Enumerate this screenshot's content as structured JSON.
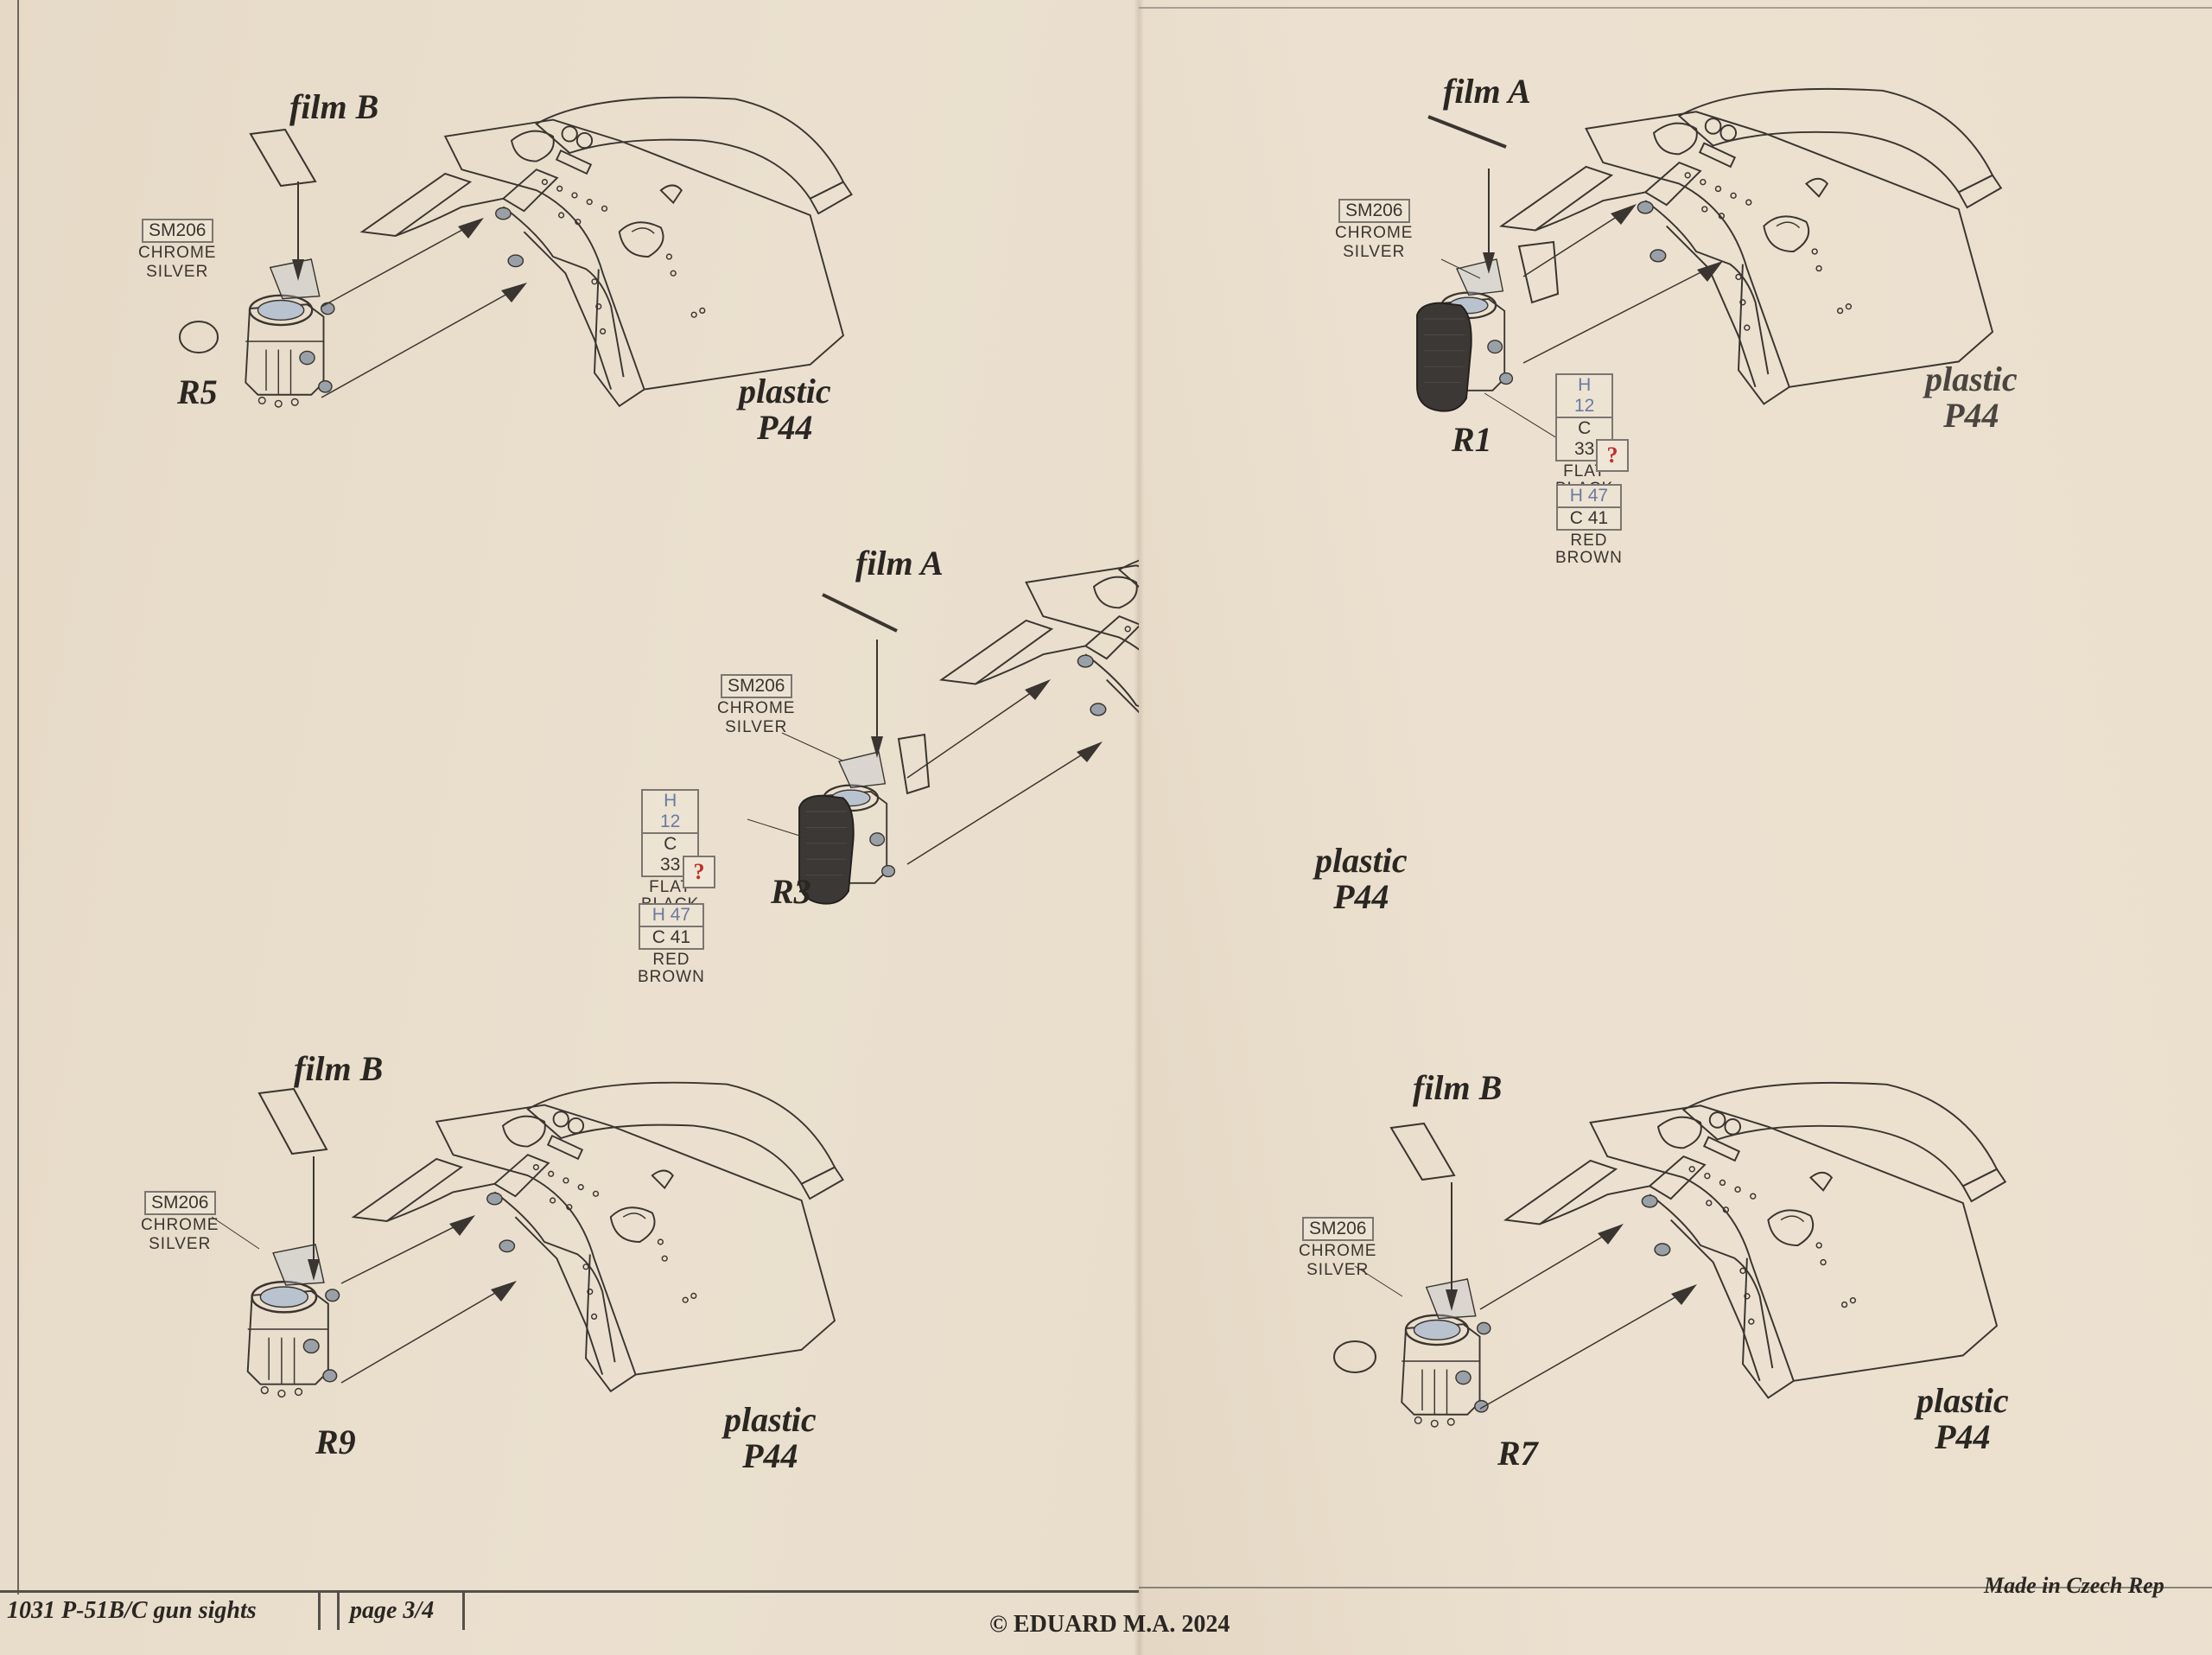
{
  "diagrams": [
    {
      "id": "r5",
      "part": "R5",
      "film": "film B",
      "plastic_1": "plastic",
      "plastic_2": "P44",
      "paint_code": "SM206",
      "paint_name_1": "CHROME",
      "paint_name_2": "SILVER"
    },
    {
      "id": "r1",
      "part": "R1",
      "film": "film A",
      "plastic_1": "plastic",
      "plastic_2": "P44",
      "paint_code": "SM206",
      "paint_name_1": "CHROME",
      "paint_name_2": "SILVER",
      "extra_paint": {
        "h1": "H 12",
        "c1": "C 33",
        "name1": "FLAT BLACK",
        "q": "?",
        "h2": "H 47",
        "c2": "C 41",
        "name2": "RED BROWN"
      }
    },
    {
      "id": "r3",
      "part": "R3",
      "film": "film A",
      "plastic_1": "plastic",
      "plastic_2": "P44",
      "paint_code": "SM206",
      "paint_name_1": "CHROME",
      "paint_name_2": "SILVER",
      "extra_paint": {
        "h1": "H 12",
        "c1": "C 33",
        "name1": "FLAT BLACK",
        "q": "?",
        "h2": "H 47",
        "c2": "C 41",
        "name2": "RED BROWN"
      }
    },
    {
      "id": "r9",
      "part": "R9",
      "film": "film B",
      "plastic_1": "plastic",
      "plastic_2": "P44",
      "paint_code": "SM206",
      "paint_name_1": "CHROME",
      "paint_name_2": "SILVER"
    },
    {
      "id": "r7",
      "part": "R7",
      "film": "film B",
      "plastic_1": "plastic",
      "plastic_2": "P44",
      "paint_code": "SM206",
      "paint_name_1": "CHROME",
      "paint_name_2": "SILVER"
    }
  ],
  "footer": {
    "product": "1031  P-51B/C gun sights",
    "page": "page 3/4",
    "copyright": "© EDUARD  M.A. 2024",
    "origin": "Made in Czech Rep"
  },
  "colors": {
    "paper": "#e9ddcb",
    "ink": "#2a2622",
    "grey_tint": "#8a8f96",
    "red_q": "#c0302a"
  }
}
